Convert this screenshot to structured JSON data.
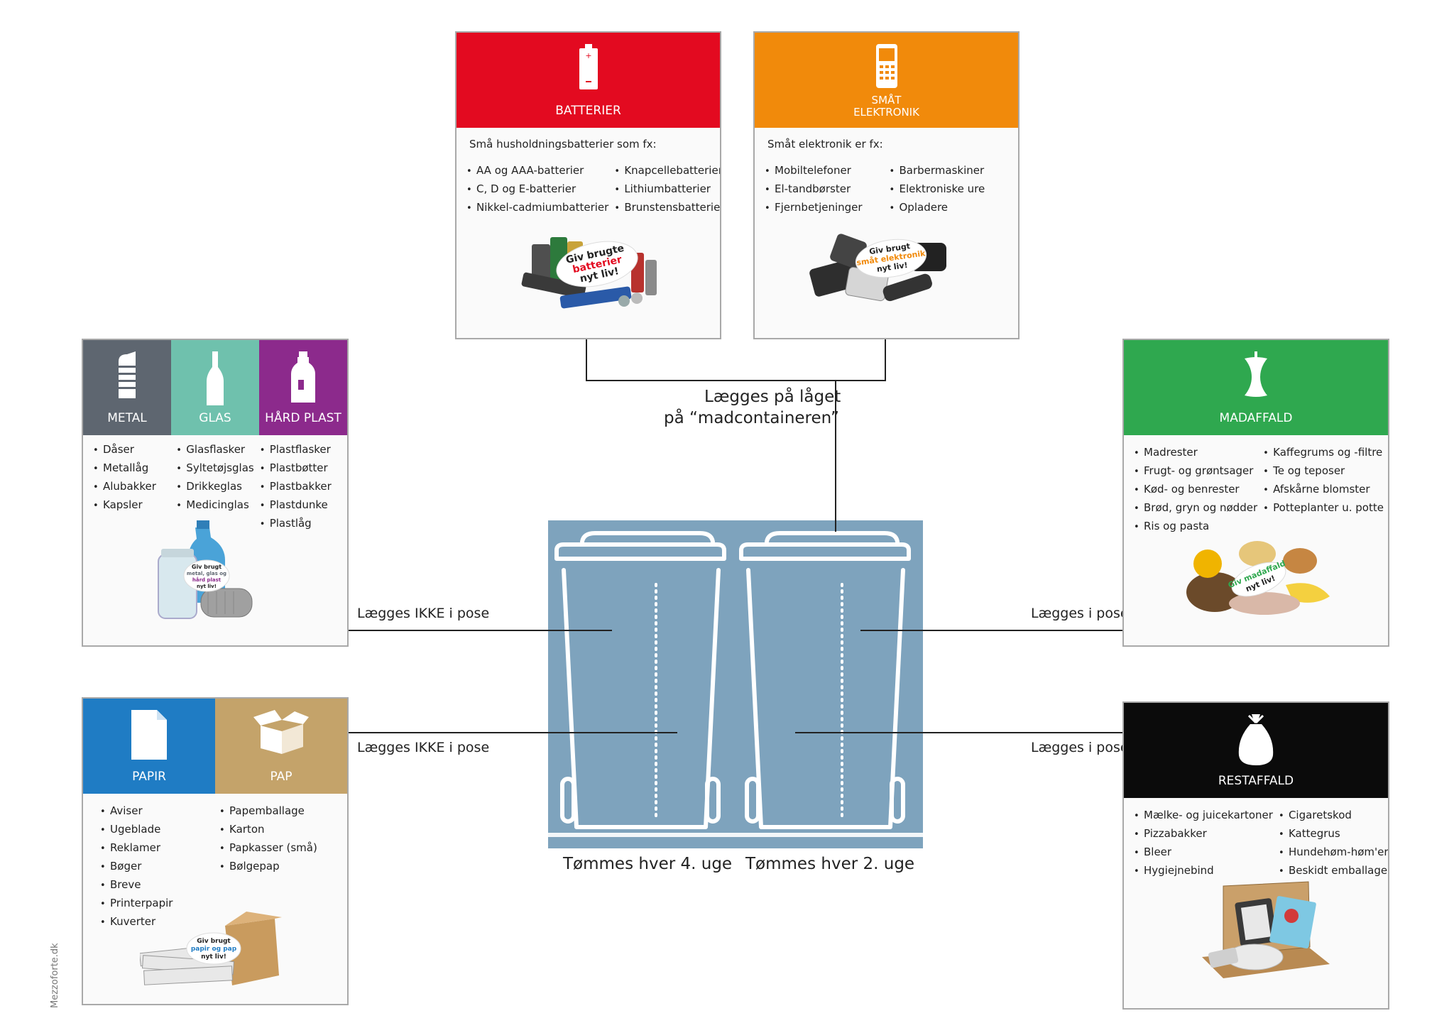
{
  "cards": {
    "batterier": {
      "title": "BATTERIER",
      "intro": "Små husholdningsbatterier som fx:",
      "col1": [
        "AA og AAA-batterier",
        "C, D og E-batterier",
        "Nikkel-cadmiumbatterier"
      ],
      "col2": [
        "Knapcellebatterier",
        "Lithiumbatterier",
        "Brunstensbatterier"
      ],
      "badge": [
        "Giv brugte",
        "batterier",
        "nyt liv!"
      ],
      "color": "#e30a20",
      "icon": "battery-icon"
    },
    "smaat": {
      "title1": "SMÅT",
      "title2": "ELEKTRONIK",
      "intro": "Småt elektronik er fx:",
      "col1": [
        "Mobiltelefoner",
        "El-tandbørster",
        "Fjernbetjeninger"
      ],
      "col2": [
        "Barbermaskiner",
        "Elektroniske ure",
        "Opladere"
      ],
      "badge": [
        "Giv brugt",
        "småt elektronik",
        "nyt liv!"
      ],
      "color": "#f18a0b",
      "icon": "mobile-phone-icon"
    },
    "metal_glas_plast": {
      "metal": "METAL",
      "glas": "GLAS",
      "plast": "HÅRD PLAST",
      "metal_items": [
        "Dåser",
        "Metallåg",
        "Alubakker",
        "Kapsler"
      ],
      "glas_items": [
        "Glasflasker",
        "Syltetøjsglas",
        "Drikkeglas",
        "Medicinglas"
      ],
      "plast_items": [
        "Plastflasker",
        "Plastbøtter",
        "Plastbakker",
        "Plastdunke",
        "Plastlåg"
      ],
      "badge": [
        "Giv brugt",
        "metal, glas og",
        "hård plast",
        "nyt liv!"
      ],
      "metal_color": "#5e6670",
      "glas_color": "#6fc1ad",
      "plast_color": "#8c2a8c",
      "icons": [
        "can-icon",
        "bottle-icon",
        "plastic-bottle-icon"
      ]
    },
    "madaffald": {
      "title": "MADAFFALD",
      "col1": [
        "Madrester",
        "Frugt- og grøntsager",
        "Kød- og benrester",
        "Brød, gryn og nødder",
        "Ris og pasta"
      ],
      "col2": [
        "Kaffegrums og -filtre",
        "Te og teposer",
        "Afskårne blomster",
        "Potteplanter u. potte"
      ],
      "badge": [
        "Giv madaffald",
        "nyt liv!"
      ],
      "color": "#2fa84f",
      "icon": "apple-core-icon"
    },
    "papir_pap": {
      "papir": "PAPIR",
      "pap": "PAP",
      "papir_items": [
        "Aviser",
        "Ugeblade",
        "Reklamer",
        "Bøger",
        "Breve",
        "Printerpapir",
        "Kuverter"
      ],
      "pap_items": [
        "Papemballage",
        "Karton",
        "Papkasser (små)",
        "Bølgepap"
      ],
      "badge": [
        "Giv brugt",
        "papir og pap",
        "nyt liv!"
      ],
      "papir_color": "#1f7cc4",
      "pap_color": "#c4a36a",
      "icons": [
        "paper-sheet-icon",
        "cardboard-box-icon"
      ]
    },
    "restaffald": {
      "title": "RESTAFFALD",
      "col1": [
        "Mælke- og juicekartoner",
        "Pizzabakker",
        "Bleer",
        "Hygiejnebind"
      ],
      "col2": [
        "Cigaretskod",
        "Kattegrus",
        "Hundehøm-høm'er",
        "Beskidt emballage"
      ],
      "color": "#0b0b0b",
      "icon": "trash-bag-icon"
    }
  },
  "connectors": {
    "lid_label_1": "Lægges på låget",
    "lid_label_2": "på “madcontaineren”",
    "metal_label": "Lægges IKKE i pose",
    "papir_label": "Lægges IKKE i pose",
    "mad_label": "Lægges i pose",
    "rest_label": "Lægges i pose"
  },
  "bins": {
    "left_caption": "Tømmes hver 4. uge",
    "right_caption": "Tømmes hver 2. uge",
    "panel_color": "#7ea3bd"
  },
  "credit": "Mezzoforte.dk"
}
